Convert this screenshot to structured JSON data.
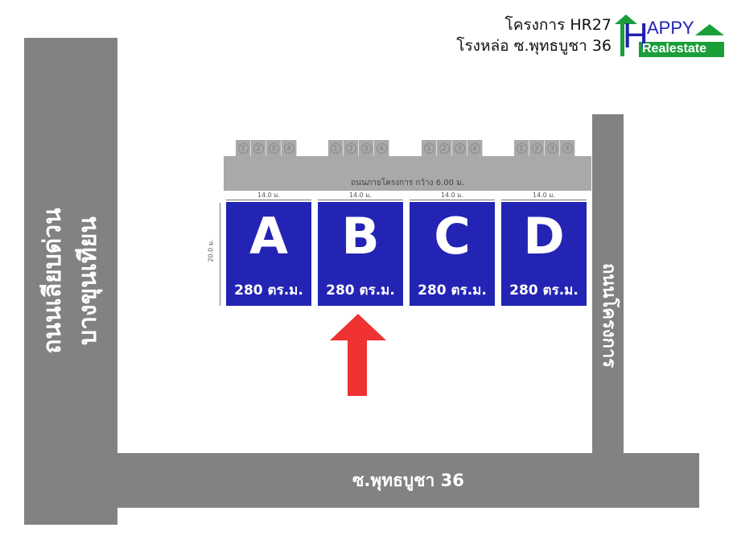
{
  "header": {
    "line1": "โครงการ HR27",
    "line2": "โรงหล่อ ซ.พุทธบูชา 36"
  },
  "logo": {
    "top": "APPY",
    "bottom": "Realestate",
    "letter": "H",
    "color": "#1a9e3a"
  },
  "roads": {
    "left_line1": "ถนนเลียบด่วน",
    "left_line2": "บางขุนเทียน",
    "right": "ถนนโครงการ",
    "bottom": "ซ.พุทธบูชา 36",
    "inner": "ถนนภายโครงการ กว้าง 6.00 ม."
  },
  "parking_numbers": [
    "1",
    "2",
    "3",
    "4"
  ],
  "lot_width": "14.0 ม.",
  "lot_depth": "20.0 ม.",
  "lots": [
    {
      "letter": "A",
      "area": "280 ตร.ม."
    },
    {
      "letter": "B",
      "area": "280 ตร.ม."
    },
    {
      "letter": "C",
      "area": "280 ตร.ม."
    },
    {
      "letter": "D",
      "area": "280 ตร.ม."
    }
  ],
  "colors": {
    "lot": "#2424b4",
    "road": "#828282",
    "arrow": "#f03232"
  }
}
